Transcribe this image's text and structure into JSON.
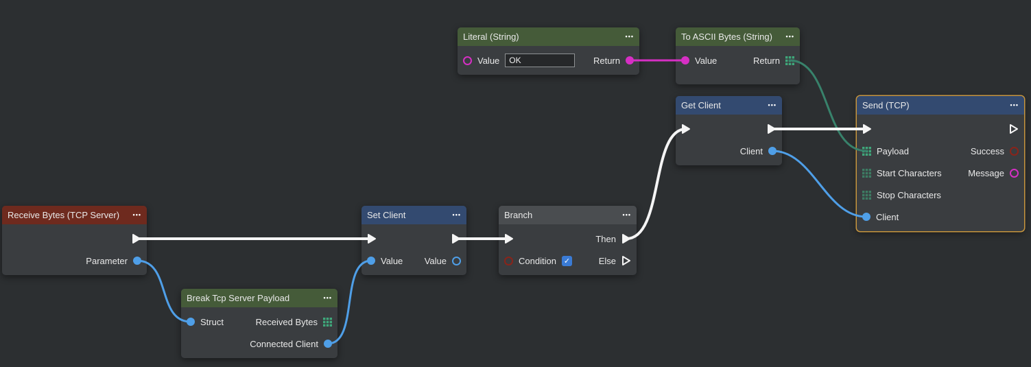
{
  "app": {
    "type": "visual-scripting-node-editor"
  },
  "colors": {
    "background": "#2c2f31",
    "node_body": "#3a3d40",
    "header_green": "#455b39",
    "header_blue": "#334a70",
    "header_red": "#6e2a1e",
    "header_gray": "#4a4d50",
    "selected_border": "#c8963e",
    "wire_exec": "#f5f5f5",
    "wire_object_blue": "#4f9fe8",
    "wire_string_magenta": "#d62fc4",
    "wire_bytes_green": "#38826b",
    "pin_bytes_grid_green": "#3fa77b",
    "pin_boolean_dark_red": "#8a241a",
    "checkbox_blue": "#3a7bd5"
  },
  "icons": {
    "menu": "•••",
    "check": "✓"
  },
  "nodes": {
    "literal": {
      "title": "Literal (String)",
      "value_label": "Value",
      "value": "OK",
      "return_label": "Return"
    },
    "to_ascii": {
      "title": "To ASCII Bytes (String)",
      "value_label": "Value",
      "return_label": "Return"
    },
    "get_client": {
      "title": "Get Client",
      "client_label": "Client"
    },
    "send_tcp": {
      "title": "Send (TCP)",
      "payload_label": "Payload",
      "start_characters_label": "Start Characters",
      "stop_characters_label": "Stop Characters",
      "client_label": "Client",
      "success_label": "Success",
      "message_label": "Message",
      "selected": true
    },
    "receive_bytes": {
      "title": "Receive Bytes (TCP Server)",
      "parameter_label": "Parameter"
    },
    "set_client": {
      "title": "Set Client",
      "value_in_label": "Value",
      "value_out_label": "Value"
    },
    "branch": {
      "title": "Branch",
      "condition_label": "Condition",
      "condition_checked": true,
      "then_label": "Then",
      "else_label": "Else"
    },
    "break_payload": {
      "title": "Break Tcp Server Payload",
      "struct_label": "Struct",
      "received_bytes_label": "Received Bytes",
      "connected_client_label": "Connected Client"
    }
  }
}
